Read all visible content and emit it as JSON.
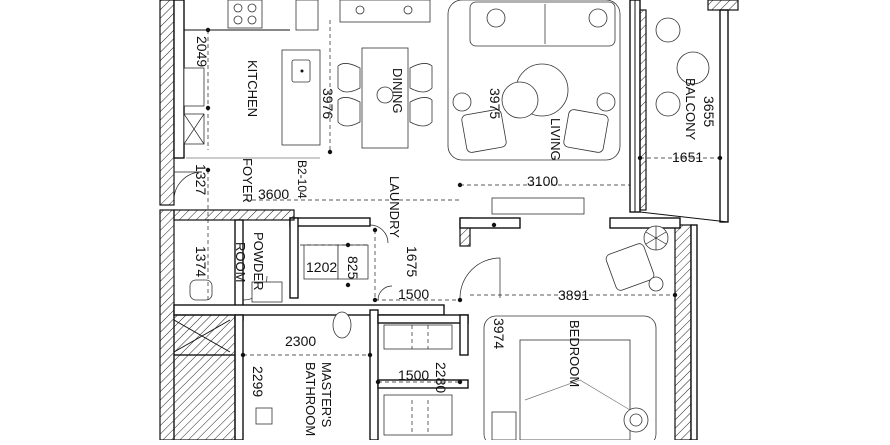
{
  "rooms": {
    "kitchen": "KITCHEN",
    "dining": "DINING",
    "living": "LIVING",
    "balcony": "BALCONY",
    "foyer": "FOYER",
    "laundry": "LAUNDRY",
    "powder_room_line1": "POWDER",
    "powder_room_line2": "ROOM",
    "bedroom": "BEDROOM",
    "master_bath_line1": "MASTER'S",
    "master_bath_line2": "BATHROOM"
  },
  "unit_code": "B2-104",
  "dimensions": {
    "kitchen_h": "2049",
    "dining_h": "3976",
    "living_h": "3975",
    "balcony_h": "3655",
    "balcony_w": "1651",
    "living_w": "3100",
    "foyer_h": "1327",
    "foyer_w": "3600",
    "laundry_h": "1675",
    "powder_h": "1374",
    "closet_w": "1202",
    "closet_h": "825",
    "corridor_w": "1500",
    "bedroom_w": "3891",
    "bedroom_h": "3974",
    "bath_w": "2300",
    "bath_h": "2299",
    "wardrobe_w": "1500",
    "wardrobe_h": "2280"
  }
}
